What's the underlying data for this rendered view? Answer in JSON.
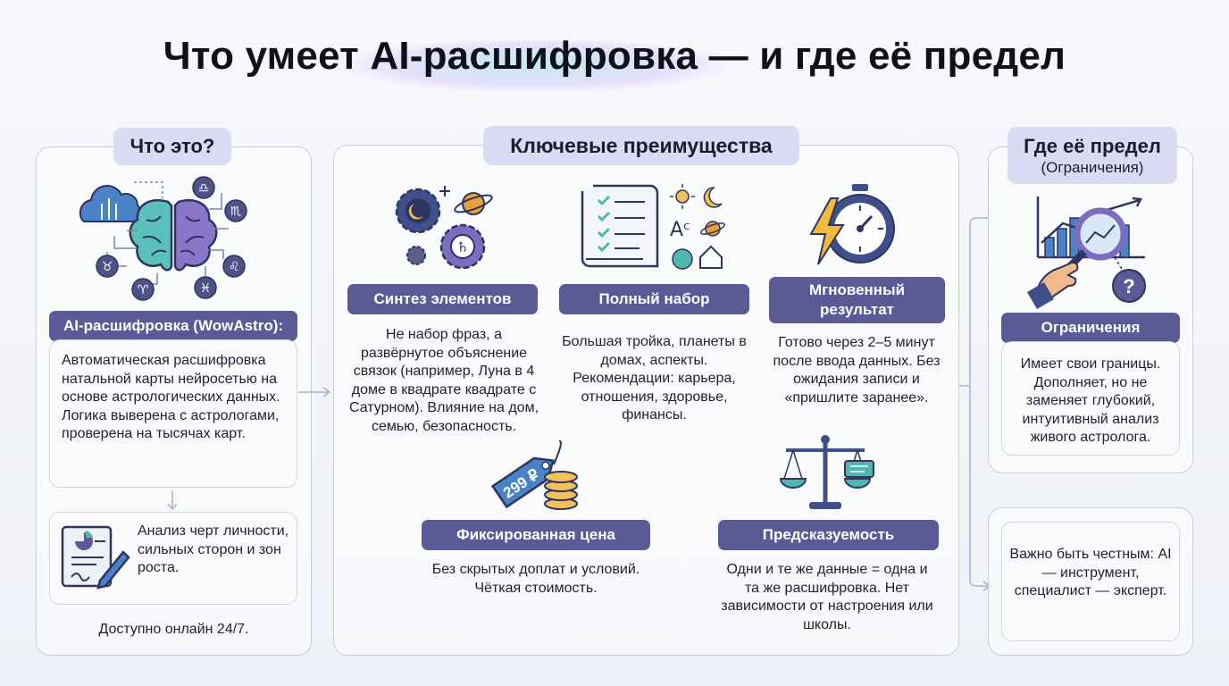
{
  "title": "Что умеет AI-расшифровка — и где её предел",
  "left": {
    "tab": "Что это?",
    "label": "AI-расшифровка (WowAstro):",
    "description": "Автоматическая расшифровка натальной карты нейросетью на основе астрологических данных. Логика выверена с астрологами, проверена на тысячах карт.",
    "analysis": "Анализ черт личности, сильных сторон и зон роста.",
    "footer": "Доступно онлайн 24/7."
  },
  "center": {
    "tab": "Ключевые преимущества",
    "items": [
      {
        "label": "Синтез элементов",
        "text": "Не набор фраз, а развёрнутое объяснение связок (например, Луна в 4 доме в квадрате квадрате с Сатурном). Влияние на дом, семью, безопасность."
      },
      {
        "label": "Полный набор",
        "text": "Большая тройка, планеты в домах, аспекты. Рекомендации: карьера, отношения, здоровье, финансы."
      },
      {
        "label": "Мгновенный результат",
        "text": "Готово через 2–5 минут после ввода данных. Без ожидания записи и «пришлите заранее»."
      },
      {
        "label": "Фиксированная цена",
        "text": "Без скрытых доплат и условий. Чёткая стоимость."
      },
      {
        "label": "Предсказуемость",
        "text": "Одни и те же данные = одна и та же расшифровка. Нет зависимости от настроения или школы."
      }
    ],
    "price_tag": "299 ₽",
    "ac_glyph": "Aᶜ"
  },
  "right": {
    "tab": "Где её предел",
    "tab_sub": "(Ограничения)",
    "label": "Ограничения",
    "text": "Имеет свои границы. Дополняет, но не заменяет глубокий, интуитивный анализ живого астролога.",
    "note": "Важно быть честным: AI — инструмент, специалист — эксперт."
  },
  "colors": {
    "accent": "#5a5a97",
    "tab": "#d8dbf1",
    "teal": "#4fb6b0",
    "purple": "#7d6cc0",
    "blue": "#4a82c8",
    "orange": "#e8a23a"
  }
}
